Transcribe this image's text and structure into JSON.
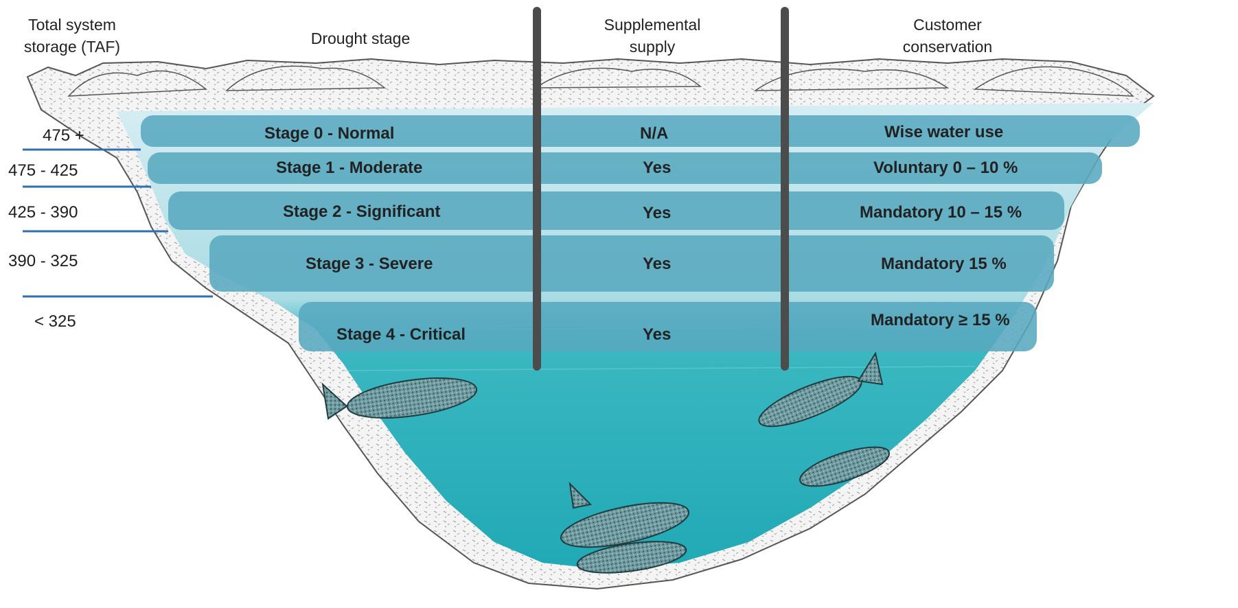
{
  "headers": {
    "storage_line1": "Total system",
    "storage_line2": "storage (TAF)",
    "stage": "Drought stage",
    "supply_line1": "Supplemental",
    "supply_line2": "supply",
    "conservation_line1": "Customer",
    "conservation_line2": "conservation"
  },
  "tiers": [
    {
      "storage": "475 +",
      "stage": "Stage 0 - Normal",
      "supply": "N/A",
      "conservation": "Wise water use"
    },
    {
      "storage": "475 - 425",
      "stage": "Stage 1 - Moderate",
      "supply": "Yes",
      "conservation": "Voluntary 0 – 10 %"
    },
    {
      "storage": "425 - 390",
      "stage": "Stage 2 - Significant",
      "supply": "Yes",
      "conservation": "Mandatory 10 – 15 %"
    },
    {
      "storage": "390 - 325",
      "stage": "Stage 3 - Severe",
      "supply": "Yes",
      "conservation": "Mandatory 15 %"
    },
    {
      "storage": "< 325",
      "stage": "Stage 4 - Critical",
      "supply": "Yes",
      "conservation": "Mandatory ≥ 15 %"
    }
  ],
  "colors": {
    "water_light": "#cfe9ef",
    "water_deep": "#2eb3bd",
    "band": "#59a8bf",
    "divider": "#2f6fb0",
    "pole": "#4c4c4c",
    "rock": "#f2f2f2"
  }
}
